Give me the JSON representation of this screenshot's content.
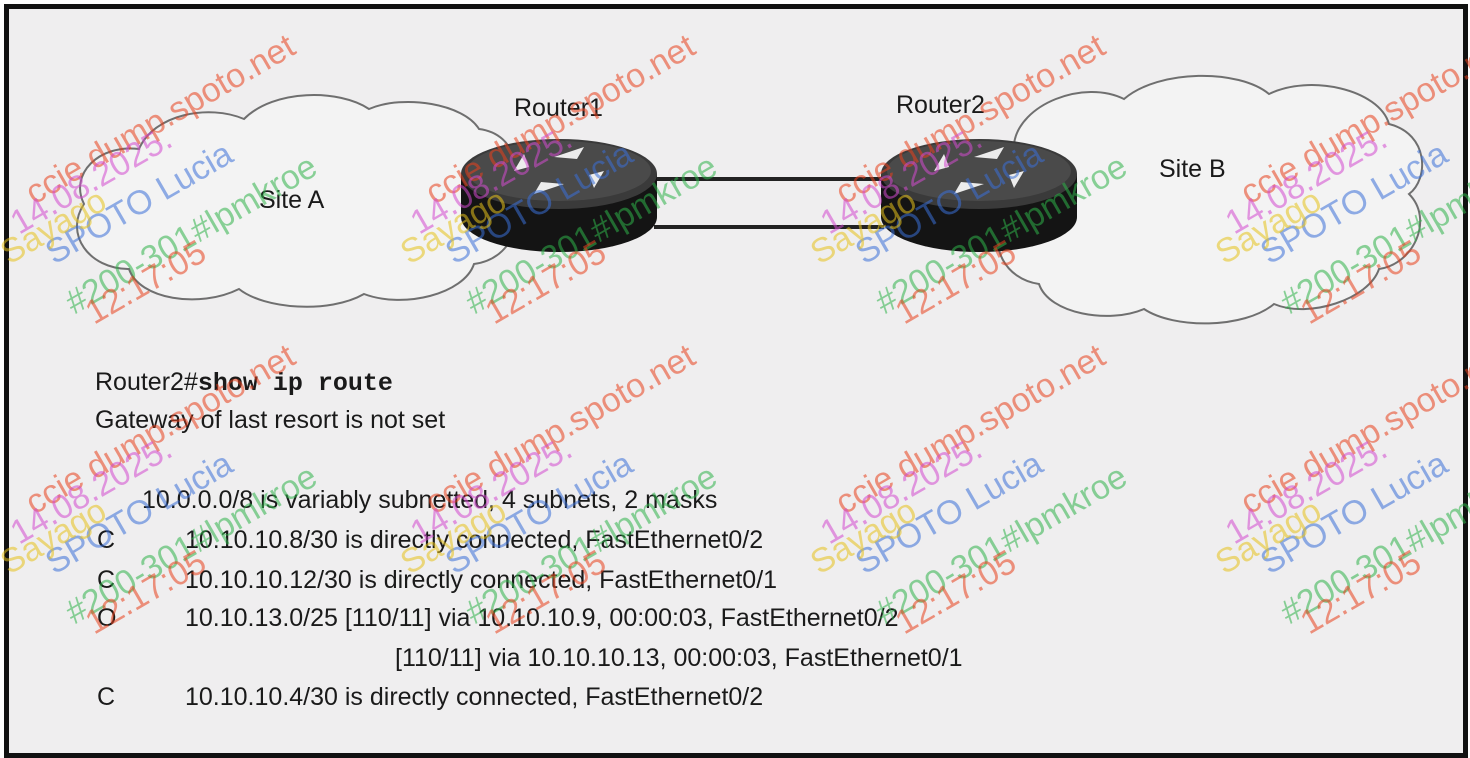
{
  "diagram": {
    "clouds": [
      {
        "id": "site-a",
        "label": "Site A"
      },
      {
        "id": "site-b",
        "label": "Site B"
      }
    ],
    "routers": [
      {
        "id": "router1",
        "label": "Router1"
      },
      {
        "id": "router2",
        "label": "Router2"
      }
    ],
    "links": [
      {
        "from": "router1",
        "to": "router2"
      },
      {
        "from": "router1",
        "to": "router2"
      }
    ]
  },
  "cli": {
    "prompt": "Router2#",
    "command": "show ip route",
    "lines": [
      {
        "code": "",
        "text": "Gateway of last resort is not set"
      },
      {
        "code": "",
        "text": ""
      },
      {
        "code": "",
        "text": "10.0.0.0/8 is variably subnetted, 4 subnets, 2 masks"
      },
      {
        "code": "C",
        "text": "10.10.10.8/30 is directly connected, FastEthernet0/2"
      },
      {
        "code": "C",
        "text": "10.10.10.12/30 is directly connected, FastEthernet0/1"
      },
      {
        "code": "O",
        "text": "10.10.13.0/25 [110/11] via 10.10.10.9,   00:00:03, FastEthernet0/2"
      },
      {
        "code": "",
        "text": "[110/11] via 10.10.10.13, 00:00:03, FastEthernet0/1"
      },
      {
        "code": "C",
        "text": "10.10.10.4/30 is directly connected, FastEthernet0/2"
      }
    ]
  },
  "watermark": {
    "site": "ccie dump.spoto.net",
    "user": "SPOTO Lucia",
    "handle": "#200-301#lpmkroe",
    "name": "Sayago",
    "date": "14.08.2025.",
    "time": "12:17:05",
    "colors": [
      "#e8401c",
      "#3a6fd8",
      "#2fb34a",
      "#e6c21a",
      "#d34ad0"
    ]
  }
}
